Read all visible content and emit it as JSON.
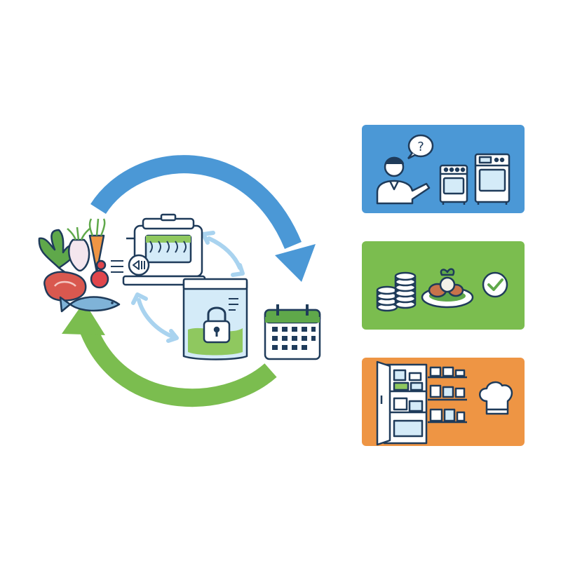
{
  "colors": {
    "background": "#ffffff",
    "blue": "#4b98d6",
    "green": "#7bbd4f",
    "orange": "#ee9544",
    "light_blue": "#a9d3ef",
    "outline": "#1f3b5a",
    "bag_fill": "#d4ebf8",
    "bag_green": "#8fc85f",
    "calendar_green": "#5fa84a"
  },
  "cycle": {
    "stages": [
      {
        "id": "fresh-ingredients",
        "icons": [
          "leafy-greens-icon",
          "turnip-icon",
          "carrot-icon",
          "tomato-icon",
          "meat-icon",
          "fish-icon"
        ]
      },
      {
        "id": "vacuum-sealing",
        "icons": [
          "vacuum-sealer-icon"
        ]
      },
      {
        "id": "sealed-storage",
        "icons": [
          "vacuum-bag-icon",
          "padlock-icon"
        ]
      },
      {
        "id": "dated-schedule",
        "icons": [
          "calendar-icon"
        ]
      }
    ],
    "arrows": [
      "blue-arrow",
      "green-arrow",
      "light-blue-arrow-upper",
      "light-blue-arrow-lower"
    ]
  },
  "benefit_panels": [
    {
      "id": "blue",
      "color_key": "blue",
      "icons": [
        "person-icon",
        "question-bubble-icon",
        "oven-icon",
        "range-oven-icon"
      ]
    },
    {
      "id": "green",
      "color_key": "green",
      "icons": [
        "coin-stack-icon",
        "meal-plate-icon",
        "checkmark-icon"
      ]
    },
    {
      "id": "orange",
      "color_key": "orange",
      "icons": [
        "refrigerator-icon",
        "container-shelf-icon",
        "chef-hat-icon"
      ]
    }
  ]
}
